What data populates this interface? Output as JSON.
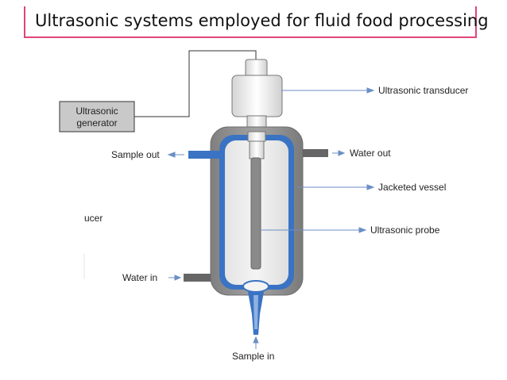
{
  "slide": {
    "title": "Ultrasonic systems employed for fluid food processing"
  },
  "diagram": {
    "generator_line1": "Ultrasonic",
    "generator_line2": "generator",
    "transducer_label": "Ultrasonic transducer",
    "sample_out_label": "Sample out",
    "water_out_label": "Water out",
    "jacketed_vessel_label": "Jacketed vessel",
    "ultrasonic_probe_label": "Ultrasonic probe",
    "water_in_label": "Water in",
    "sample_in_label": "Sample in",
    "stray_label": "ucer"
  },
  "colors": {
    "accent": "#e0457a",
    "jacket_blue": "#3a73c4",
    "vessel_gray": "#8a8a8a",
    "pipe_gray": "#666666"
  }
}
